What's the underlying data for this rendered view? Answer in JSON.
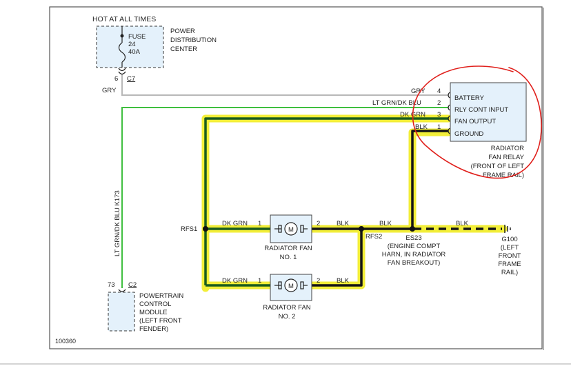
{
  "header": "HOT AT ALL TIMES",
  "fuse": {
    "line1": "FUSE",
    "line2": "24",
    "line3": "40A"
  },
  "pdc": {
    "line1": "POWER",
    "line2": "DISTRIBUTION",
    "line3": "CENTER"
  },
  "pdc_conn": {
    "pin": "6",
    "name": "C7",
    "wire": "GRY"
  },
  "relay": {
    "pins": [
      {
        "wire": "GRY",
        "num": "4",
        "label": "BATTERY"
      },
      {
        "wire": "LT GRN/DK BLU",
        "num": "2",
        "label": "RLY CONT INPUT"
      },
      {
        "wire": "DK GRN",
        "num": "3",
        "label": "FAN OUTPUT"
      },
      {
        "wire": "BLK",
        "num": "1",
        "label": "GROUND"
      }
    ],
    "name1": "RADIATOR",
    "name2": "FAN RELAY",
    "name3": "(FRONT OF LEFT",
    "name4": "FRAME RAIL)"
  },
  "vertical_wire": "LT GRN/DK BLU   K173",
  "rfs1": "RFS1",
  "rfs2": "RFS2",
  "fan1": {
    "in_wire": "DK GRN",
    "in_pin": "1",
    "out_pin": "2",
    "out_wire": "BLK",
    "symbol": "M",
    "name1": "RADIATOR FAN",
    "name2": "NO. 1"
  },
  "fan2": {
    "in_wire": "DK GRN",
    "in_pin": "1",
    "out_pin": "2",
    "out_wire": "BLK",
    "symbol": "M",
    "name1": "RADIATOR FAN",
    "name2": "NO. 2"
  },
  "mid_wire": "BLK",
  "ground_wire": "BLK",
  "es23": {
    "line1": "ES23",
    "line2": "(ENGINE COMPT",
    "line3": "HARN, IN RADIATOR",
    "line4": "FAN BREAKOUT)"
  },
  "g100": {
    "line1": "G100",
    "line2": "(LEFT",
    "line3": "FRONT",
    "line4": "FRAME",
    "line5": "RAIL)"
  },
  "pcm_conn": {
    "pin": "73",
    "name": "C2"
  },
  "pcm": {
    "line1": "POWERTRAIN",
    "line2": "CONTROL",
    "line3": "MODULE",
    "line4": "(LEFT FRONT",
    "line5": "FENDER)"
  },
  "figure_id": "100360",
  "colors": {
    "highlight": "#f2ee2e",
    "dk_grn": "#1a5c1e",
    "lt_grn": "#3fbf3f",
    "gry": "#b8b8b8",
    "blk": "#151515",
    "annotation": "#e0201c",
    "box_fill": "#e4f1fb"
  }
}
